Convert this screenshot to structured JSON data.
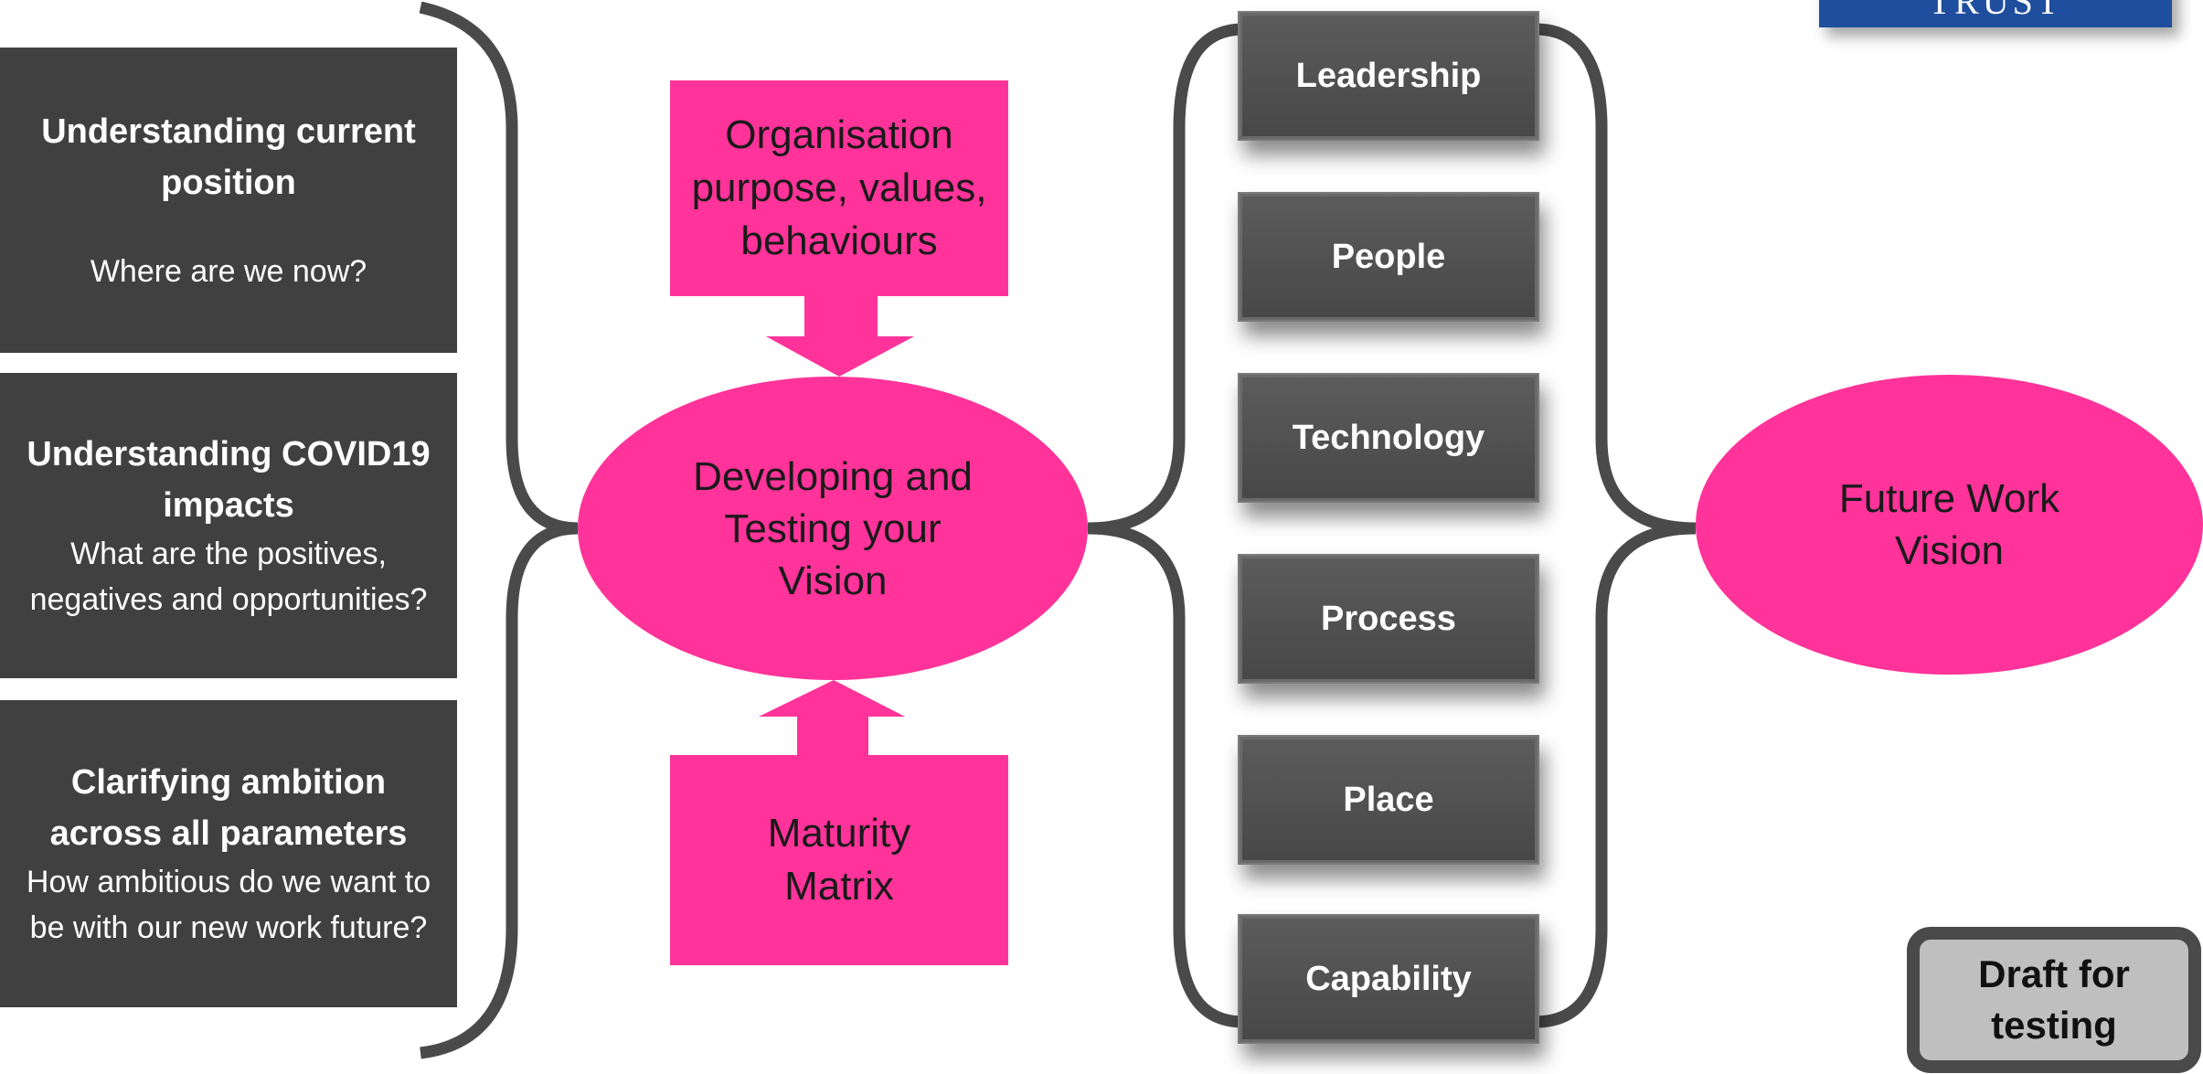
{
  "logo": {
    "text": "TRUST"
  },
  "left_boxes": [
    {
      "title": "Understanding  current position",
      "subtitle": "Where are we now?"
    },
    {
      "title": "Understanding COVID19 impacts",
      "subtitle": "What are the positives, negatives and opportunities?"
    },
    {
      "title": "Clarifying ambition across all parameters",
      "subtitle": "How ambitious do we want to be with our new work future?"
    }
  ],
  "top_box": {
    "lines": [
      "Organisation",
      "purpose, values,",
      "behaviours"
    ]
  },
  "center_ellipse": {
    "lines": [
      "Developing and",
      "Testing your",
      "Vision"
    ]
  },
  "bottom_box": {
    "lines": [
      "Maturity",
      "Matrix"
    ]
  },
  "parameters": [
    "Leadership",
    "People",
    "Technology",
    "Process",
    "Place",
    "Capability"
  ],
  "outcome_ellipse": {
    "lines": [
      "Future Work",
      "Vision"
    ]
  },
  "draft_label": {
    "lines": [
      "Draft for",
      "testing"
    ]
  },
  "colors": {
    "pink": "#ff3399",
    "dark_box": "#404040",
    "bracket": "#4a4a4a",
    "logo_blue": "#1f4e9e"
  }
}
